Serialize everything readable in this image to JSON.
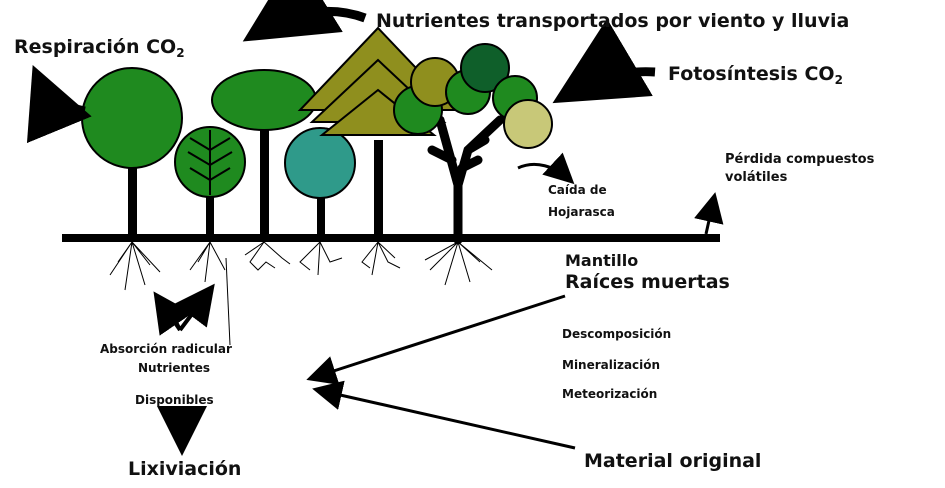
{
  "labels": {
    "respiracion": "Respiración CO",
    "respiracion_sub": "2",
    "nutrientes_transportados": "Nutrientes transportados por viento y lluvia",
    "fotosintesis": "Fotosíntesis CO",
    "fotosintesis_sub": "2",
    "perdida_line1": "Pérdida compuestos",
    "perdida_line2": "volátiles",
    "caida_line1": "Caída de",
    "caida_line2": "Hojarasca",
    "mantillo": "Mantillo",
    "raices_muertas": "Raíces muertas",
    "descomposicion": "Descomposición",
    "mineralizacion": "Mineralización",
    "meteorizacion": "Meteorización",
    "absorcion": "Absorción radicular",
    "nutrientes": "Nutrientes",
    "disponibles": "Disponibles",
    "lixiviacion": "Lixiviación",
    "material_original": "Material original"
  },
  "colors": {
    "canopy_green": "#1f8a1f",
    "canopy_dark": "#166b16",
    "teal": "#2f9a8a",
    "olive": "#8f8f1e",
    "olive_light": "#a3a34a",
    "dark_green": "#0f5f2a",
    "pale": "#c8c878",
    "trunk": "#000000"
  }
}
